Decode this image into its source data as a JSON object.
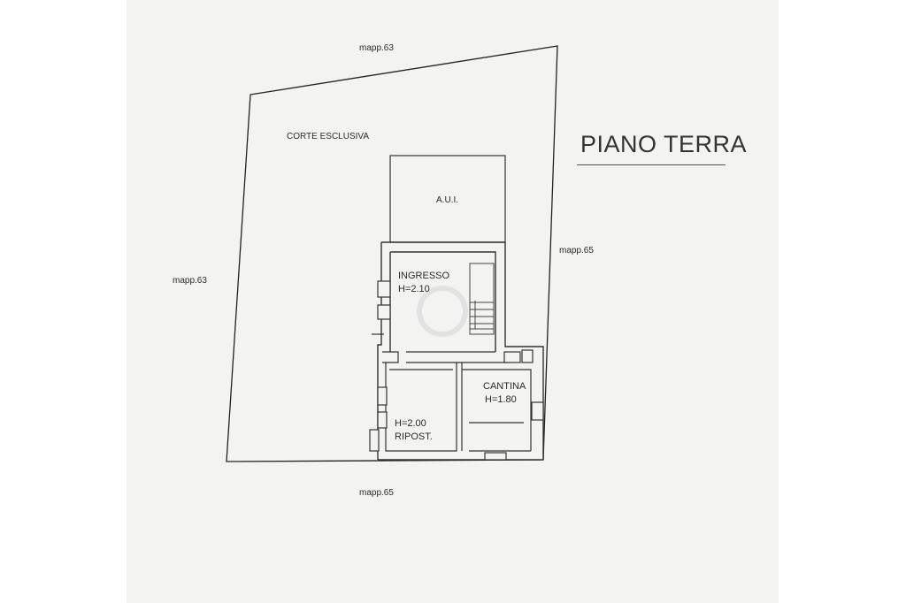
{
  "sheet": {
    "title": "PIANO TERRA"
  },
  "labels": {
    "mapp_top": "mapp.63",
    "mapp_left": "mapp.63",
    "mapp_right": "mapp.65",
    "mapp_bottom": "mapp.65",
    "corte": "CORTE ESCLUSIVA",
    "aui": "A.U.I."
  },
  "rooms": {
    "ingresso": {
      "name": "INGRESSO",
      "height": "H=2.10"
    },
    "cantina": {
      "name": "CANTINA",
      "height": "H=1.80"
    },
    "ripost": {
      "height": "H=2.00",
      "name": "RIPOST."
    }
  },
  "colors": {
    "paper": "#f3f3f1",
    "line": "#222222"
  }
}
